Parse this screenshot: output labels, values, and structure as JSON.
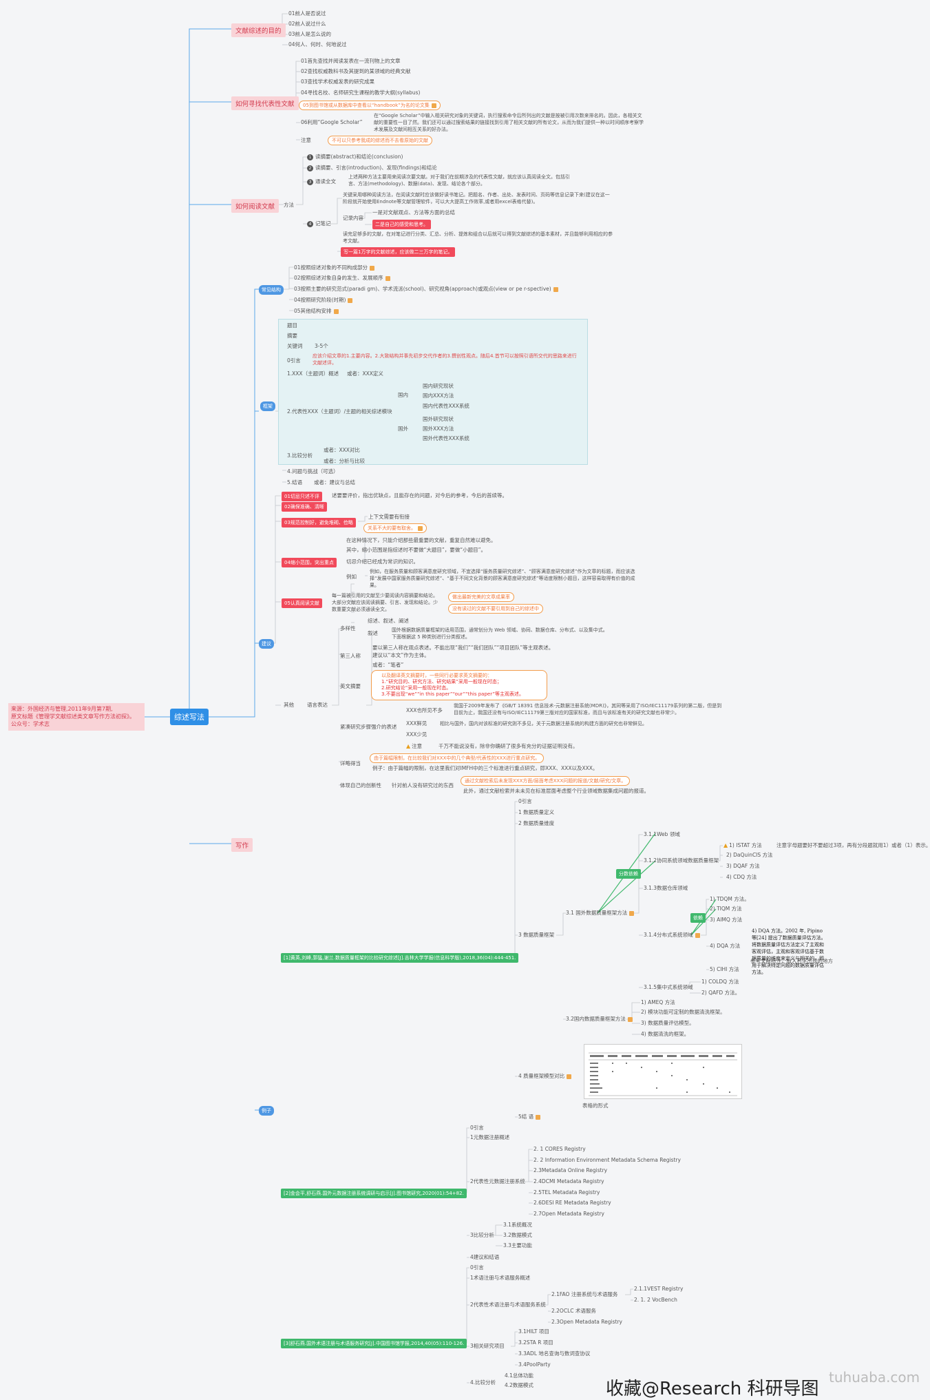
{
  "root": "综述写法",
  "source_note": "来源：外国经济与管理,2011年9月第7期,\n原文标题《管理学文献综述类文章写作方法初探》。\n公众号：学术志",
  "b1": {
    "title": "文献综述的目的",
    "items": [
      "01前人是否说过",
      "02前人说过什么",
      "03前人是怎么说的",
      "04何人、何时、何地说过"
    ]
  },
  "b2": {
    "title": "如何寻找代表性文献",
    "items": [
      "01首先查找并阅读发表在一流刊物上的文章",
      "02查找权威教科书及其提到的某领域的经典文献",
      "03查找学术权威发表的研究成果",
      "04寻找名校、名师研究生课程的教学大纲(syllabus)",
      "05到图书馆或从数据库中查看以“handbook”为名的论文集",
      "06利用“Google Scholar”",
      "注意"
    ],
    "scholar": "在“Google Scholar”中输入相关研究对象的关键词，执行搜索命令后所列出的文献是按被引用次数来排名的。因此，各相关文献的重要性一目了然。我们还可以通过搜索结果的链接找到引用了相关文献的所有论文，从而为我们提供一种以时间顺序考察学术发展及文献间相互关系的好办法。",
    "note": "不可以只参考我成的综述而不去看原始的文献"
  },
  "b3": {
    "title": "如何阅读文献",
    "method": "方法",
    "n1": "读摘要(abstract)和结论(conclusion)",
    "n2": "读摘要、引言(introduction)、发现(findings)和结论",
    "n3": "通读全文",
    "n3_detail": "上述两种方法主要用来阅读次要文献。对于我们在前期涉及的代表性文献，就应该认真阅读全文。包括引言、方法(methodology)、数据(data)、发现、结论各个部分。",
    "n4": "记笔记",
    "n4_a": "关键采用哪种阅读方法，在阅读文献时应该做好读书笔记。把题名、作者、出处、发表时间、页码等信息记录下来(建议在这一阶段就开始使用Endnote等文献管理软件，可以大大提高工作效率,或者用excel表格代替)。",
    "n4_rec": "记录内容",
    "n4_r1": "一是对文献观点、方法等方面的总结",
    "n4_r2": "二是自己的感受和思考。",
    "n4_b": "读完足够多的文献，在对笔记进行分类、汇总、分析、提炼和组合以后就可以得到文献综述的基本素材，并且能够利用相应的参考文献。",
    "n4_c": "写一篇1万字的文献综述，应该做二三万字的笔记。"
  },
  "jg": {
    "tag": "常见结构",
    "items": [
      "01按照综述对象的不同构成部分",
      "02按照综述对象自身的发生、发展顺序",
      "03按照主要的研究范式(paradi gm)、学术流派(school)、研究视角(approach)或观点(view or pe r-spective)",
      "04按照研究阶段(时期)",
      "05其他结构安排"
    ]
  },
  "kj": {
    "tag": "框架",
    "items": [
      "题目",
      "摘要",
      "关键词",
      "0引言",
      "1.XXX（主题词）概述",
      "2.代表性XXX（主题词）/主题的相关综述模块",
      "3.比较分析",
      "4.问题与挑战（可选）",
      "5.结语"
    ],
    "kw": "3-5个",
    "intro": "应该介绍文章的1.主要内容。2.大致结构并事先初步交代作者的3.撰创性观点。随后4.首节可以按照引语所交代的思路来进行文献述评。",
    "overview": "或者：XXX定义",
    "domestic": "国内",
    "foreign": "国外",
    "dom": [
      "国内研究现状",
      "国内XXX方法",
      "国内代表性XXX系统"
    ],
    "for": [
      "国外研究现状",
      "国外XXX方法",
      "国外代表性XXX系统"
    ],
    "cmp": [
      "或者：XXX对比",
      "或者：分析与比较"
    ],
    "end": "或者：建议与总结"
  },
  "xf": {
    "tag": "建议",
    "r1": "01切忌只述不评",
    "r1t": "述要要评价，指出优缺点，且能存在的问题，对今后的参考，今后的首续等。",
    "r2": "02确保准确、清晰",
    "r3": "03规范控制好，避免堆砌、俭略",
    "r3a": "上下文需要有衔接",
    "r3b": "关系不大的要有取舍。",
    "r4": "04缩小范围，突出重点",
    "r4a": "在这种情况下，只能介绍那些最重要的文献，重复自然难以避免。",
    "r4b": "其中，缩小范围是指综述时不要做“大题目”，要做“小题目”。",
    "r4c": "切忌介绍已经成为常识的知识。",
    "r4d": "例如",
    "r4e": "例如，在服务质量和顾客满意度研究领域，不宜选择“服务质量研究综述”、“顾客满意度研究综述”作为文章的标题，而应该选择“发展中国家服务质量研究综述”、“基于不同文化背景的顾客满意度研究综述”等适度限制小题目，这样容易取得有价值的成果。",
    "r5": "05认真阅读文献",
    "r5a": "每一篇被引用的文献至少要阅读内容摘要和结论。大部分文献应该阅读摘要、引言、发现和结论。少数重要文献必须通读全文。",
    "r5b": "做出最新完美的文章成果率",
    "r5c": "没有读过的文献不要引用到自己的综述中",
    "other": "其他",
    "lang": "语言表达",
    "dy": "多样性",
    "dy1": "综述、叙述、阐述",
    "dy2": "叙述",
    "dy3": "国外根据数据质量框架的适用范围，通常划分为 Web 领域、协同、数据仓库、分布式、以及集中式。下面根据这 5 种类别进行分类叙述。",
    "p3": "第三人称",
    "p3a": "要以第三人称在观点表述。不能出现“我们”“我们团队”“项目团队”等主观表述。",
    "p3b": "建议以“本文”作为主体。",
    "p3c": "或者：“笔者”",
    "en": "英文摘要",
    "en1": "以及翻译英文摘要时，一些同行必要求英文摘要的：",
    "en2": "1.“研究目的、研究方法、研究结果”采用一般现在时态；",
    "en3": "2.研究结论”采用一般现在时态。",
    "en4": "3.不要出现“we”“in this paper”“our”“this paper”等主观表述。",
    "jz": "紧凑研究步骤强介的表述",
    "jz1": "XXX也所见不多",
    "jz1t": "我国于2009年发布了《GB/T 18391 信息技术-元数据注册系统(MDR)》，其同等采用了ISO/IEC11179系列的第二版，但是到目前为止，我国还没有与ISO/IEC11179第三版对应的国家标准，而且与该标准有关的研究文献也非常少。",
    "jz2": "XXX鲜见",
    "jz2t": "相比与国外，国内对该标准的研究则不多见，关于元数据注册系统的构建方面的研究也非常鲜见。",
    "jz3": "XXX少见",
    "jz4": "注意",
    "jz4t": "千万不能说没有，除非你确研了很多有充分的证据证明没有。",
    "xl": "详略得当",
    "xl1": "由于篇幅限制，在比较我们对XXX中的几个典型/代表性的XXX进行重点研究。",
    "xl2": "例子：由于篇幅的限制，在这里我们对IMFH中的三个标准进行重点研究，即XXX、XXX以及XXX。",
    "tc": "体现自己的创新性",
    "tc1": "针对前人没有研究过的东西",
    "tc2": "通过文献检索后未发现XXX方面/层面考虑XXX问题的报道/文献/研究/文章。",
    "tc3": "此外，通过文献检索并未未见在标准层面考虑整个行业领域数据集成问题的报道。"
  },
  "xz": {
    "title": "写作"
  },
  "lz": {
    "tag": "例子",
    "e1": "[1]黄英,刘峰,郭猛,谢兰.数据质量框架的比较研究综述[J].吉林大学学报(信息科学版),2018,36(04):444-451.",
    "e1_items": [
      "0引言",
      "1 数据质量定义",
      "2 数据质量维度",
      "3 数据质量框架",
      "4 质量框架模型对比",
      "5结 语"
    ],
    "web": "3.1.1Web 领域",
    "xt": "3.1.2协同系统领域数据质量框架",
    "ck": "3.1.3数据仓库领域",
    "fb": "3.1.4分布式系统领域",
    "jz": "3.1.5集中式系统领域",
    "gw": "3.1 国外数据质量框架方法",
    "gn": "3.2国内数据质量框架方法",
    "tag_xt": "分数依赖",
    "tag_fb": "依赖",
    "istat": "1) ISTAT 方法",
    "istat_n": "注意字母题要好不要超过3项，再有分段题就用1）或者（1）表示。",
    "xt2": "2) DaQuinCIS 方法",
    "xt3": "3) DQAF 方法",
    "xt4": "4) CDQ 方法",
    "fb1": "1) TDQM 方法。",
    "fb2": "2) TIQM 方法",
    "fb3": "3) AIMQ 方法",
    "fb4": "4) DQA 方法",
    "fb5": "5) CIHI 方法",
    "jz1": "1) COLDQ 方法",
    "jz2": "2) QAFD 方法。",
    "gn1": "1) AMEQ 方法",
    "gn2": "2) 模块功能可定制的数据清洗框架。",
    "gn3": "3) 数据质量评估模型。",
    "gn4": "4) 数据清洗的框架。",
    "table_caption": "表格的形式",
    "paper_text": "4) DQA 方法。2002 年, Pipino 等[24] 提出了数据质量评估方法。将数据质量评估方法定义了主观和客观评估，主观和客观评估基于数据质量的维度来定义与相关的，即用于解决特定问题的数据质量评估方法。",
    "paper_note": "参考文献标注，取人名字出现的地方",
    "e2": "[2]金会平,舒石燕.国外元数据注册系统调研与启示[J].图书馆研究,2020(01):54+82.",
    "e2_items": [
      "0引言",
      "1元数据注册概述",
      "2代表性元数据注册系统",
      "3比较分析",
      "4建议和结语"
    ],
    "e2_sys": [
      "2. 1 CORES Registry",
      "2. 2 Information Environment Metadata Schema Registry",
      "2.3Metadata Online Registry",
      "2.4DCMI Metadata Registry",
      "2.5TEL Metadata Registry",
      "2.6DESI RE Metadata Registry",
      "2.7Open Metadata Registry"
    ],
    "e2_cmp": [
      "3.1系统概况",
      "3.2数据模式",
      "3.3主要功能"
    ],
    "e3": "[3]舒石燕.国外术语注册与术语服务研究[J].中国图书馆学报,2014,40(05):110-126.",
    "e3_items": [
      "0引言",
      "1术语注册与术语服务概述",
      "2代表性术语注册与术语服务系统",
      "3相关研究项目",
      "4.比较分析"
    ],
    "fao": "2.1FAO 注册系统与术语服务",
    "fao1": "2.1.1VEST Registry",
    "fao2": "2. 1. 2 VocBench",
    "oclc": "2.2OCLC 术语服务",
    "op": "2.3Open Metadata Registry",
    "proj": [
      "3.1HILT 项目",
      "3.2STA R 项目",
      "3.3ADL 地名查询与数词查协议",
      "3.4PoolParty"
    ],
    "cmp": [
      "4.1总体功能",
      "4.2数据模式"
    ]
  },
  "watermark": "tuhuaba.com",
  "bottom_text": "收藏@Research 科研导图"
}
